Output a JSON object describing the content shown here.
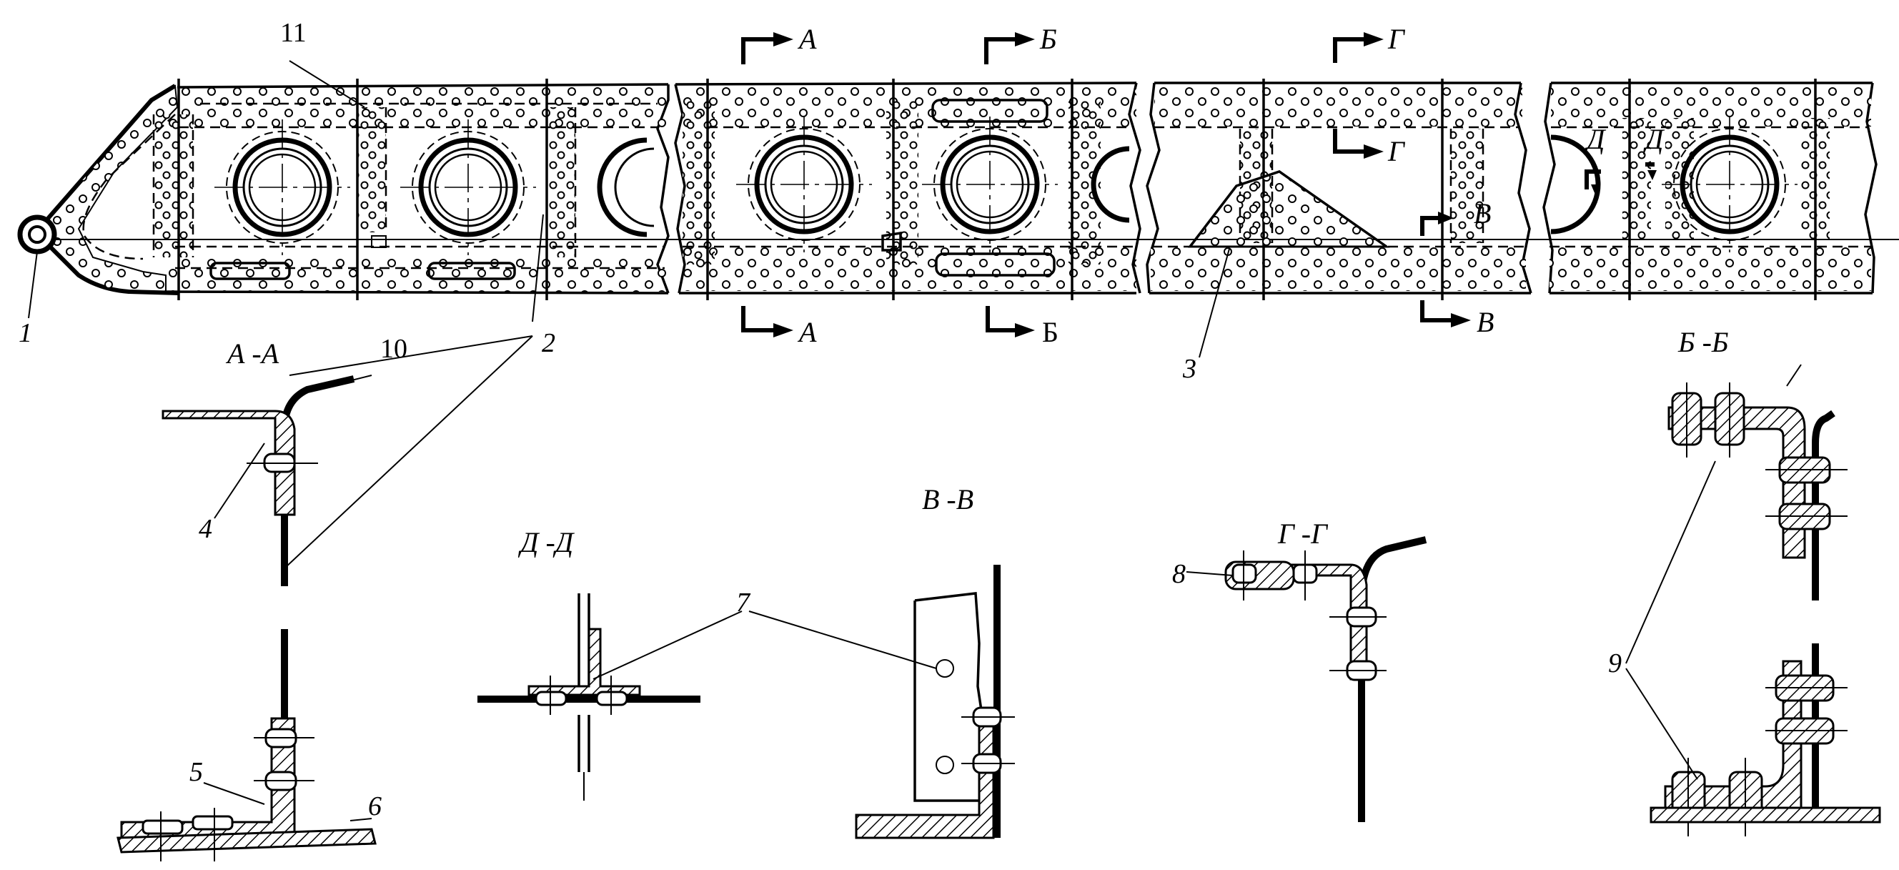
{
  "diagram": {
    "part_numbers": [
      "1",
      "2",
      "3",
      "4",
      "5",
      "6",
      "7",
      "8",
      "9",
      "10",
      "11"
    ],
    "section_marks": [
      "А",
      "Б",
      "Г",
      "В",
      "Д"
    ],
    "section_titles": {
      "aa": "А -А",
      "bb": "Б -Б",
      "vv": "В -В",
      "gg": "Г -Г",
      "dd": "Д -Д"
    }
  }
}
